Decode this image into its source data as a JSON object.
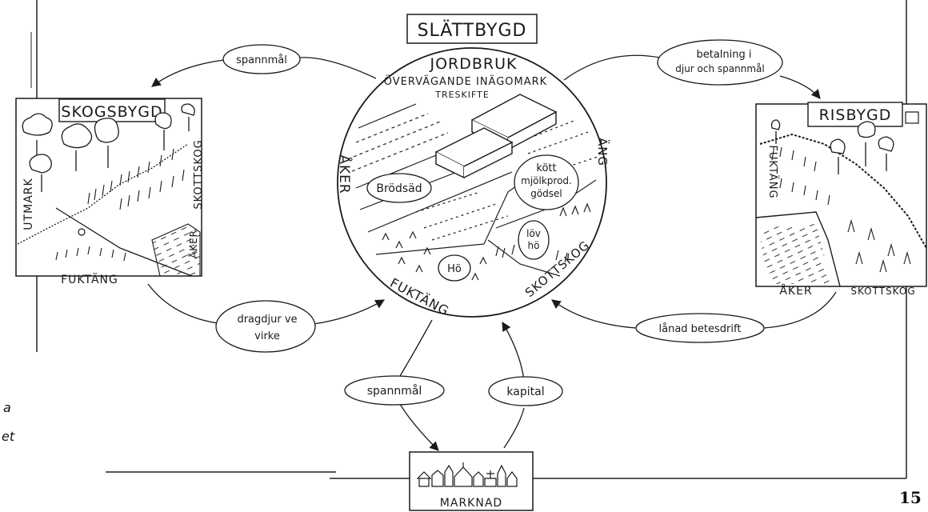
{
  "center": {
    "title": "SLÄTTBYGD",
    "line1": "JORDBRUK",
    "line2": "ÖVERVÄGANDE INÄGOMARK",
    "line3": "TRESKIFTE",
    "bread": "Brödsäd",
    "meat_l1": "kött",
    "meat_l2": "mjölkprod.",
    "meat_l3": "gödsel",
    "leaf_l1": "löv",
    "leaf_l2": "hö",
    "hay": "Hö",
    "aker": "ÅKER",
    "ang": "ÄNG",
    "fuktang": "FUKTÄNG",
    "skottskog": "SKOTTSKOG"
  },
  "forest": {
    "title": "SKOGSBYGD",
    "utmark": "UTMARK",
    "skottskog": "SKOTTSKOG",
    "aker": "ÅKER",
    "fuktang": "FUKTÄNG"
  },
  "brush": {
    "title": "RISBYGD",
    "fuktang": "FUKTÄNG",
    "aker": "ÅKER",
    "skottskog": "SKOTTSKOG"
  },
  "market": {
    "title": "MARKNAD"
  },
  "flows": {
    "grain_top": "spannmål",
    "payment_l1": "betalning i",
    "payment_l2": "djur och spannmål",
    "draft_l1": "dragdjur ve",
    "draft_l2": "virke",
    "borrowed": "lånad betesdrift",
    "grain_bottom": "spannmål",
    "capital": "kapital"
  },
  "caption": {
    "line1": "a",
    "line2": "et"
  },
  "page_number": "15"
}
